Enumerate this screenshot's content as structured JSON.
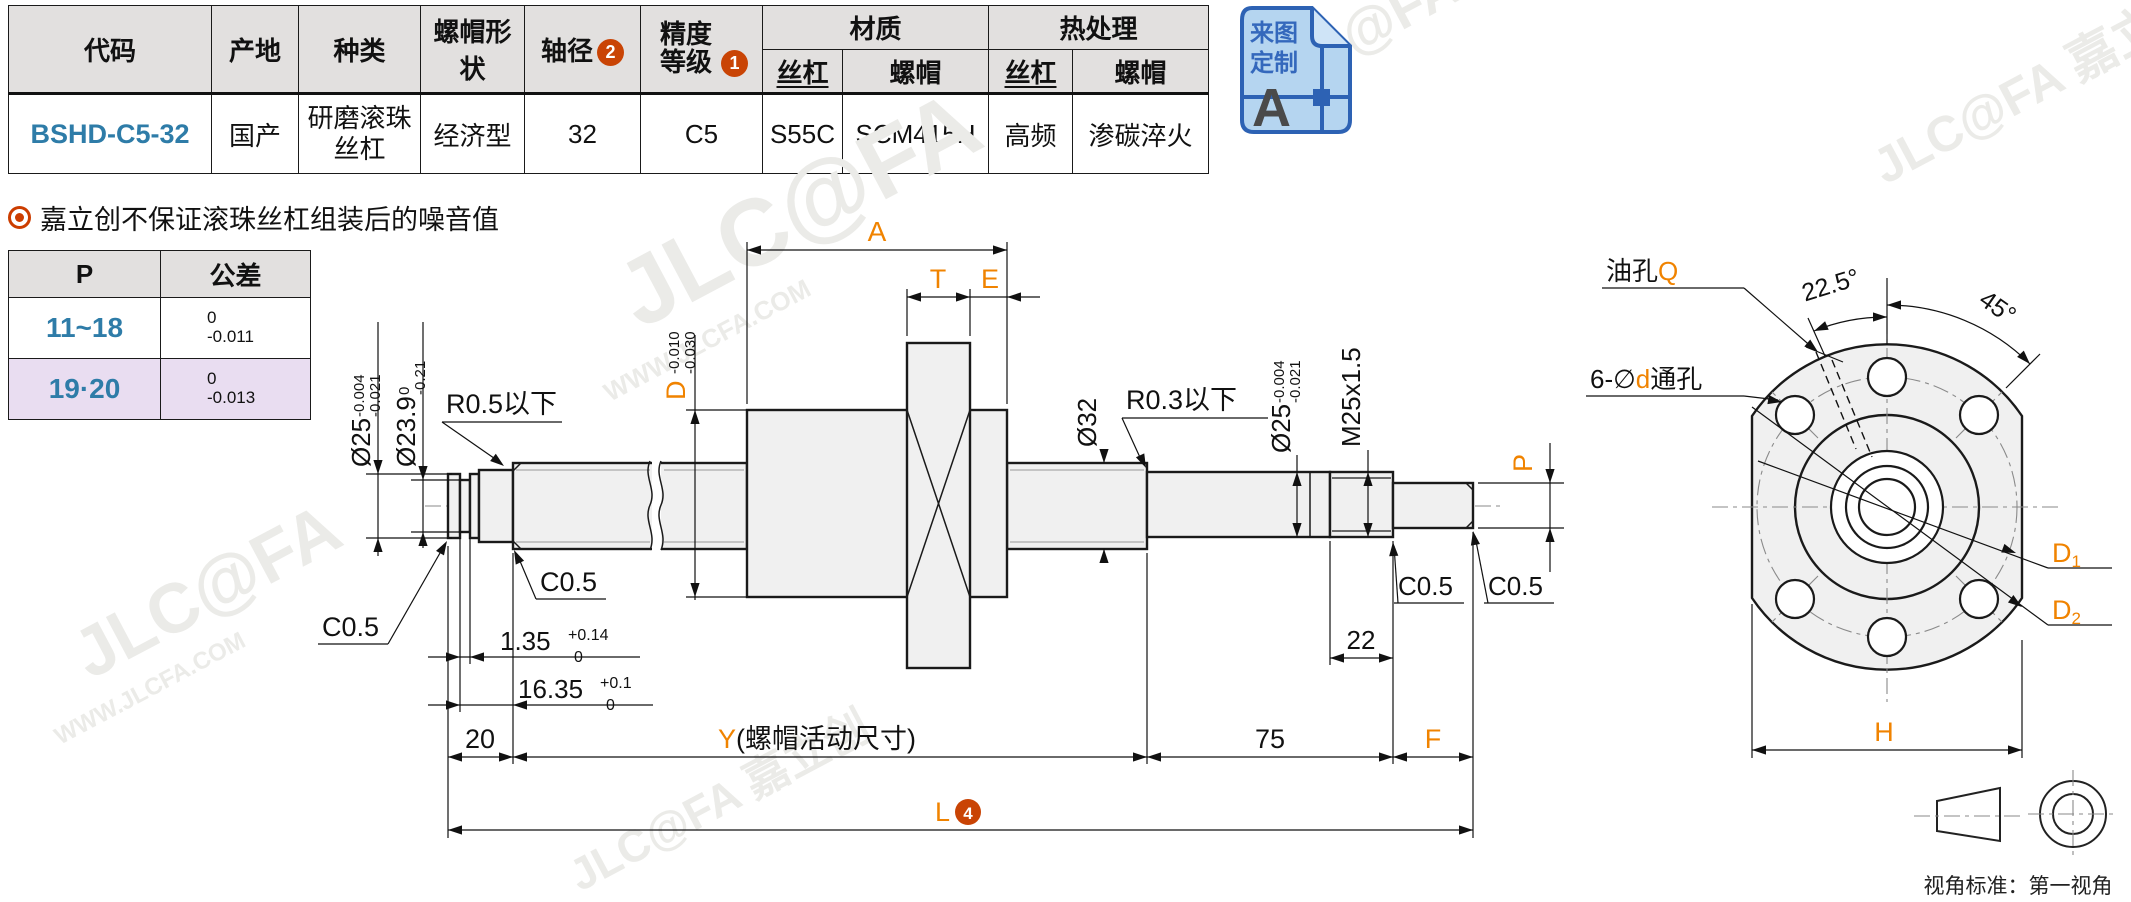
{
  "spec_table": {
    "headers": {
      "code": "代码",
      "origin": "产地",
      "kind": "种类",
      "nut_shape": "螺帽形状",
      "shaft_dia": "轴径",
      "shaft_dia_badge": "2",
      "accuracy": "精度等级",
      "accuracy_badge": "1",
      "material": "材质",
      "heat": "热处理",
      "screw": "丝杠",
      "nut": "螺帽"
    },
    "row": {
      "code": "BSHD-C5-32",
      "origin": "国产",
      "kind": "研磨滚珠丝杠",
      "nut_shape": "经济型",
      "shaft_dia": "32",
      "accuracy": "C5",
      "material_screw": "S55C",
      "material_nut": "SCM415H",
      "heat_screw": "高频",
      "heat_nut": "渗碳淬火"
    }
  },
  "custom_badge": {
    "line1": "来图",
    "line2": "定制",
    "letter": "A"
  },
  "note": {
    "text": "嘉立创不保证滚珠丝杠组装后的噪音值"
  },
  "p_table": {
    "headers": {
      "p": "P",
      "tolerance": "公差"
    },
    "rows": [
      {
        "range": "11~18",
        "upper": "0",
        "lower": "-0.011"
      },
      {
        "range": "19·20",
        "upper": "0",
        "lower": "-0.013"
      }
    ]
  },
  "side_view": {
    "labels": {
      "dia25": "Ø25",
      "dia25_tol_u": "-0.004",
      "dia25_tol_l": "-0.021",
      "dia239": "Ø23.9",
      "dia239_tol_u": "0",
      "dia239_tol_l": "-0.21",
      "r05": "R0.5以下",
      "r03": "R0.3以下",
      "c05": "C0.5",
      "d": "D",
      "d_tol_u": "-0.010",
      "d_tol_l": "-0.030",
      "a": "A",
      "t": "T",
      "e": "E",
      "dia32": "Ø32",
      "m25": "M25x1.5",
      "p": "P",
      "dim135": "1.35",
      "dim135_sup": "+0.14",
      "dim135_sub": "0",
      "dim1635": "16.35",
      "dim1635_sup": "+0.1",
      "dim1635_sub": "0",
      "dim20": "20",
      "y": "Y",
      "y_suffix": "(螺帽活动尺寸)",
      "dim75": "75",
      "f": "F",
      "l": "L",
      "l_badge": "4",
      "dim22": "22"
    }
  },
  "end_view": {
    "labels": {
      "oil": "油孔",
      "oil_q": "Q",
      "deg225": "22.5°",
      "deg45": "45°",
      "holes_count": "6-∅",
      "holes_d": "d",
      "holes_suffix": "通孔",
      "d1": "D",
      "d1_sub": "1",
      "d2": "D",
      "d2_sub": "2",
      "h": "H"
    }
  },
  "footer": {
    "view_standard": "视角标准：第一视角"
  },
  "watermarks": {
    "brand": "JLC@FA",
    "brand_full": "JLC@FA 嘉立创",
    "url": "WWW.JLCFA.COM"
  },
  "colors": {
    "accent_orange": "#f08300",
    "badge_orange": "#c94405",
    "link_blue": "#2e7ca8",
    "header_gray": "#e2e0df",
    "row_lavender": "#e9ddf1",
    "line": "#1a1a1a",
    "part_fill": "#f0f0f0",
    "icon_blue": "#2d62b4",
    "icon_fill": "#b5d5f0",
    "watermark": "#ebebe8"
  }
}
